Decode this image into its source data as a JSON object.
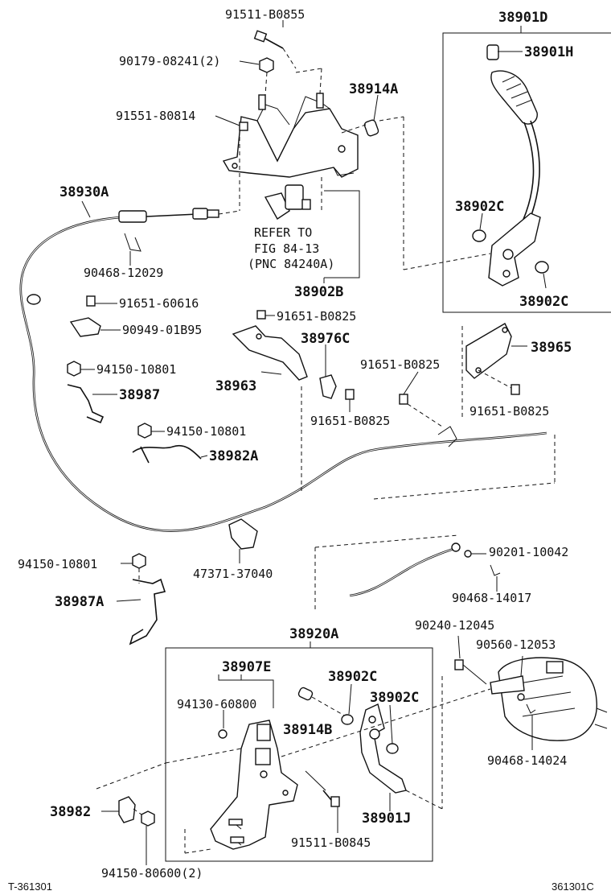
{
  "parts": {
    "p_91511_B0855": "91511-B0855",
    "p_90179_08241": "90179-08241(2)",
    "p_91551_80814": "91551-80814",
    "p_38914A": "38914A",
    "p_38930A": "38930A",
    "p_90468_12029": "90468-12029",
    "p_38902B": "38902B",
    "p_91651_60616": "91651-60616",
    "p_90949_01B95": "90949-01B95",
    "p_91651_B0825_a": "91651-B0825",
    "p_38976C": "38976C",
    "p_94150_10801_a": "94150-10801",
    "p_38987": "38987",
    "p_38963": "38963",
    "p_91651_B0825_b": "91651-B0825",
    "p_91651_B0825_c": "91651-B0825",
    "p_38965": "38965",
    "p_91651_B0825_d": "91651-B0825",
    "p_94150_10801_b": "94150-10801",
    "p_38982A": "38982A",
    "p_38901D": "38901D",
    "p_38901H": "38901H",
    "p_38902C_a": "38902C",
    "p_38902C_b": "38902C",
    "p_94150_10801_c": "94150-10801",
    "p_47371_37040": "47371-37040",
    "p_90201_10042": "90201-10042",
    "p_38987A": "38987A",
    "p_90468_14017": "90468-14017",
    "p_90240_12045": "90240-12045",
    "p_38920A": "38920A",
    "p_90560_12053": "90560-12053",
    "p_38907E": "38907E",
    "p_38902C_c": "38902C",
    "p_94130_60800": "94130-60800",
    "p_38902C_d": "38902C",
    "p_38914B": "38914B",
    "p_90468_14024": "90468-14024",
    "p_38982": "38982",
    "p_38901J": "38901J",
    "p_91511_B0845": "91511-B0845",
    "p_94150_80600": "94150-80600(2)"
  },
  "reference": {
    "line1": "REFER TO",
    "line2": "FIG 84-13",
    "line3": "(PNC 84240A)"
  },
  "footer": {
    "left": "T-361301",
    "right": "361301C"
  }
}
